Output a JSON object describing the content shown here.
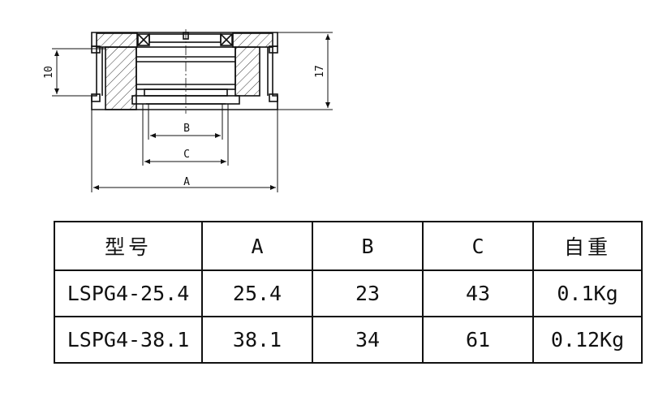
{
  "drawing": {
    "dim_height_small": "10",
    "dim_height_total": "17",
    "dim_b": "B",
    "dim_c": "C",
    "dim_a": "A"
  },
  "table": {
    "headers": [
      "型号",
      "A",
      "B",
      "C",
      "自重"
    ],
    "rows": [
      [
        "LSPG4-25.4",
        "25.4",
        "23",
        "43",
        "0.1Kg"
      ],
      [
        "LSPG4-38.1",
        "38.1",
        "34",
        "61",
        "0.12Kg"
      ]
    ]
  }
}
